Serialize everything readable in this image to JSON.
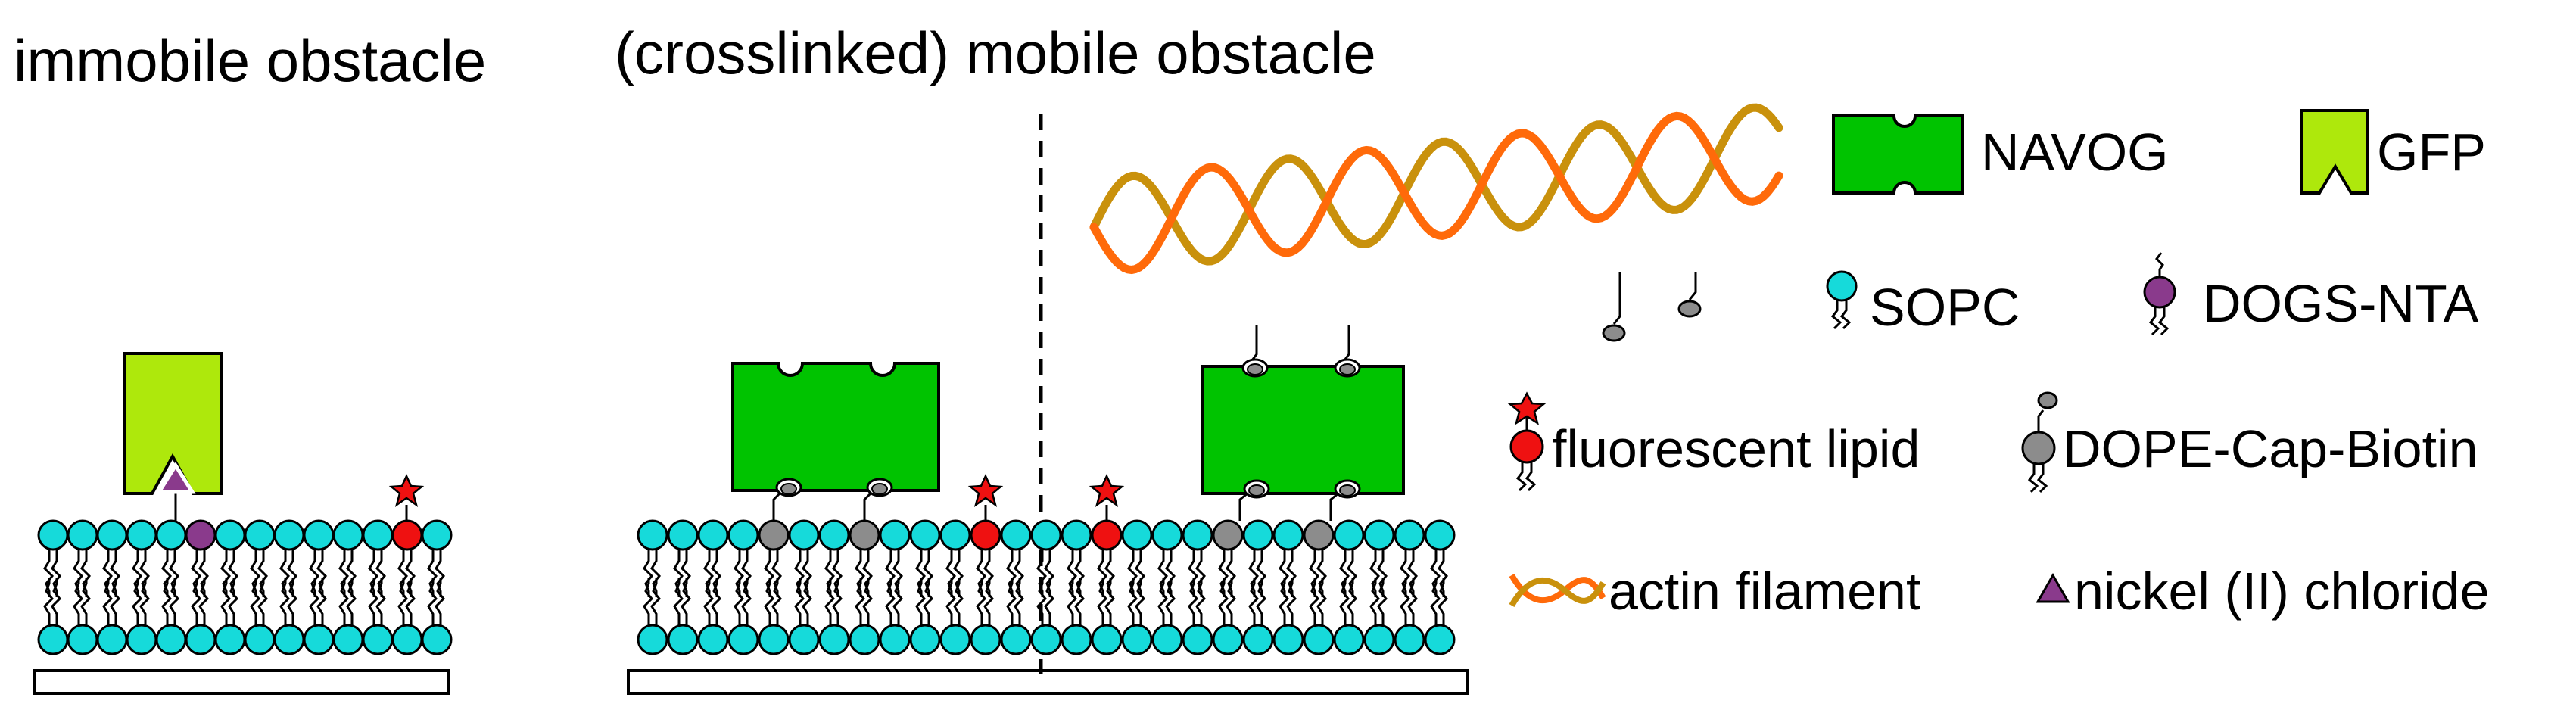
{
  "panels": {
    "immobile_title": "immobile obstacle",
    "mobile_title": "(crosslinked) mobile obstacle"
  },
  "legend": {
    "navog": "NAVOG",
    "gfp": "GFP",
    "sopc": "SOPC",
    "dogs_nta": "DOGS-NTA",
    "fluorescent_lipid": "fluorescent lipid",
    "dope_cap_biotin": "DOPE-Cap-Biotin",
    "actin_filament": "actin filament",
    "nickel_chloride": "nickel (II) chloride"
  },
  "colors": {
    "sopc_head": "#16dada",
    "dogs_nta_head": "#8a3a8c",
    "fluorescent_head": "#ef1111",
    "biotin_head": "#8c8c8c",
    "navog": "#00c300",
    "gfp": "#aee80c",
    "actin_strand_a": "#ff6a0a",
    "actin_strand_b": "#c9910c",
    "nickel": "#8a3a8c",
    "star": "#ef1111"
  },
  "icons": [
    "sopc-lipid-icon",
    "dogs-nta-lipid-icon",
    "fluorescent-lipid-icon",
    "biotin-lipid-icon",
    "navog-icon",
    "gfp-icon",
    "actin-filament-icon",
    "nickel-triangle-icon",
    "fluorophore-star-icon"
  ]
}
